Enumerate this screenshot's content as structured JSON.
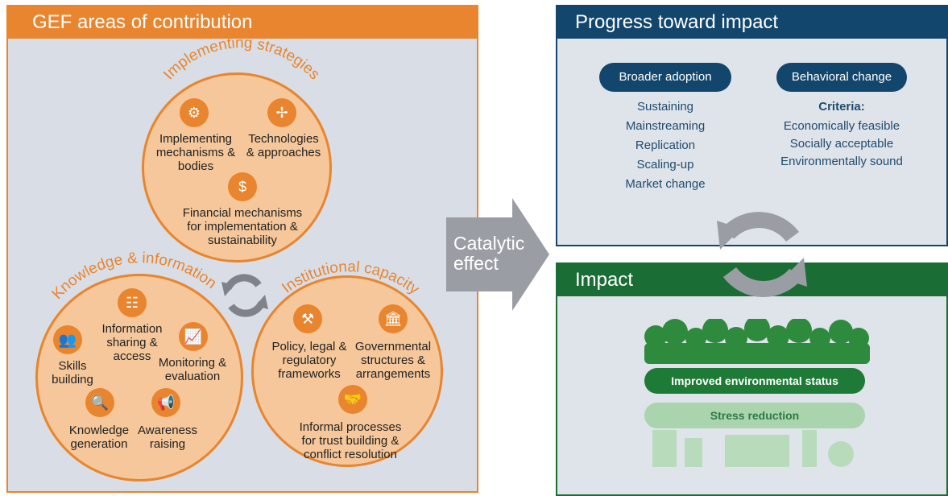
{
  "left": {
    "header": "GEF areas of contribution",
    "implementing": {
      "title": "Implementing strategies",
      "items": [
        "Implementing\nmechanisms &\nbodies",
        "Technologies\n& approaches",
        "Financial mechanisms\nfor implementation &\nsustainability"
      ],
      "icons": [
        "gears-icon",
        "wind-turbine-icon",
        "money-bag-icon"
      ]
    },
    "knowledge": {
      "title": "Knowledge & information",
      "items": [
        "Information\nsharing &\naccess",
        "Skills\nbuilding",
        "Monitoring &\nevaluation",
        "Knowledge\ngeneration",
        "Awareness\nraising"
      ],
      "icons": [
        "hierarchy-icon",
        "people-icon",
        "chart-icon",
        "magnifier-icon",
        "megaphone-icon"
      ]
    },
    "institutional": {
      "title": "Institutional capacity",
      "items": [
        "Policy, legal &\nregulatory\nframeworks",
        "Governmental\nstructures &\narrangements",
        "Informal processes\nfor trust building &\nconflict resolution"
      ],
      "icons": [
        "gavel-icon",
        "government-building-icon",
        "handshake-icon"
      ]
    }
  },
  "catalytic": "Catalytic\neffect",
  "progress": {
    "header": "Progress toward impact",
    "broader_adoption": {
      "label": "Broader adoption",
      "items": [
        "Sustaining",
        "Mainstreaming",
        "Replication",
        "Scaling-up",
        "Market change"
      ]
    },
    "behavioral_change": {
      "label": "Behavioral change",
      "criteria_label": "Criteria:",
      "items": [
        "Economically feasible",
        "Socially acceptable",
        "Environmentally sound"
      ]
    }
  },
  "impact": {
    "header": "Impact",
    "improved": "Improved environmental status",
    "stress": "Stress reduction"
  },
  "colors": {
    "orange": "#e8852e",
    "light_orange": "#f5c79a",
    "navy": "#12466c",
    "green": "#1a6e35",
    "light_green": "#a9d4ad",
    "gray": "#7f8389",
    "panel_bg": "#d9dde5"
  }
}
